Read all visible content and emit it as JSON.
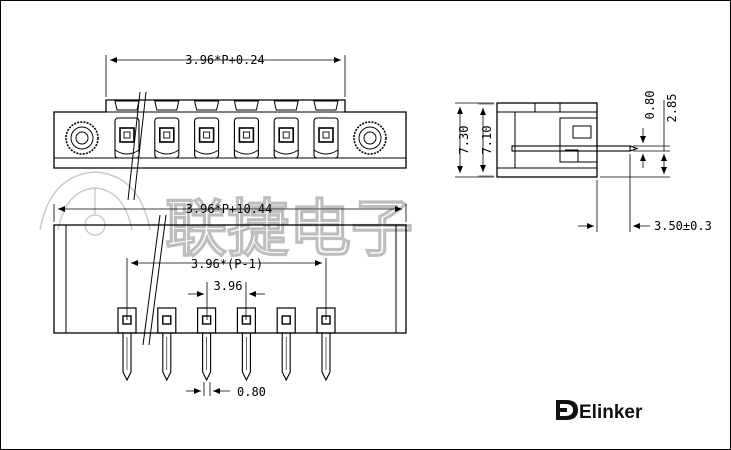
{
  "top_view": {
    "overall_dim": "3.96*P+0.24",
    "pin_count": 6
  },
  "front_view": {
    "overall_dim": "3.96*P+10.44",
    "span_dim": "3.96*(P-1)",
    "pitch_dim": "3.96",
    "pin_width_dim": "0.80"
  },
  "side_view": {
    "height_outer": "7.30",
    "height_inner": "7.10",
    "pin_thickness": "0.80",
    "pin_offset": "2.85",
    "pin_length": "3.50±0.3"
  },
  "watermark": {
    "text": "联捷电子"
  },
  "brand": {
    "name": "Elinker",
    "color": "#111111"
  }
}
